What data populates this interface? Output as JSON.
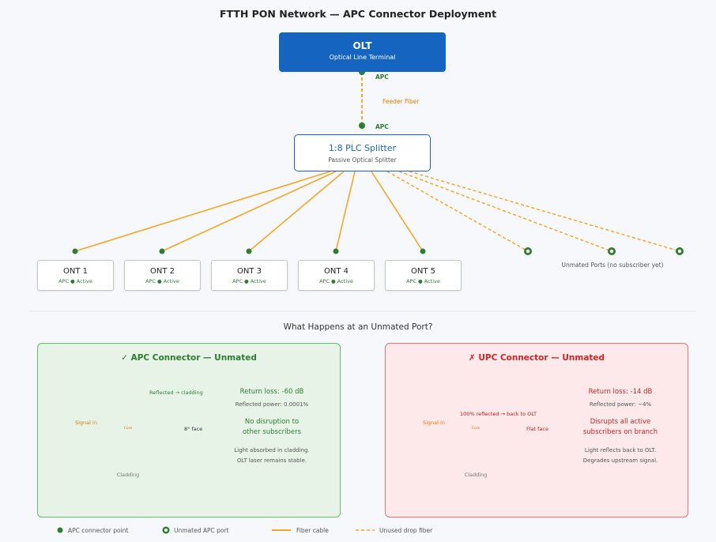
{
  "title": "FTTH PON Network — APC Connector Deployment",
  "olt": {
    "name": "OLT",
    "subtitle": "Optical Line Terminal",
    "connector_label": "APC"
  },
  "feeder": {
    "label": "Feeder Fiber",
    "connector_label": "APC"
  },
  "splitter": {
    "name": "1:8 PLC Splitter",
    "subtitle": "Passive Optical Splitter"
  },
  "onts": [
    {
      "name": "ONT 1",
      "status": "APC ● Active"
    },
    {
      "name": "ONT 2",
      "status": "APC ● Active"
    },
    {
      "name": "ONT 3",
      "status": "APC ● Active"
    },
    {
      "name": "ONT 4",
      "status": "APC ● Active"
    },
    {
      "name": "ONT 5",
      "status": "APC ● Active"
    }
  ],
  "unmated_ports_label": "Unmated Ports (no subscriber yet)",
  "section_title": "What Happens at an Unmated Port?",
  "apc_panel": {
    "title": "✓ APC Connector — Unmated",
    "reflected_label": "Reflected → cladding",
    "face_label": "8° face",
    "signal_label": "Signal in",
    "core_label": "Core",
    "cladding_label": "Cladding",
    "return_loss": "Return loss: -60 dB",
    "reflected_power": "Reflected power: 0.0001%",
    "impact_line1": "No disruption to",
    "impact_line2": "other subscribers",
    "note_line1": "Light absorbed in cladding.",
    "note_line2": "OLT laser remains stable."
  },
  "upc_panel": {
    "title": "✗ UPC Connector — Unmated",
    "reflected_label": "100% reflected → back to OLT",
    "face_label": "Flat face",
    "signal_label": "Signal in",
    "core_label": "Core",
    "cladding_label": "Cladding",
    "return_loss": "Return loss: -14 dB",
    "reflected_power": "Reflected power: ~4%",
    "impact_line1": "Disrupts all active",
    "impact_line2": "subscribers on branch",
    "note_line1": "Light reflects back to OLT.",
    "note_line2": "Degrades upstream signal."
  },
  "legend": [
    {
      "label": "APC connector point",
      "icon": "filled-dot"
    },
    {
      "label": "Unmated APC port",
      "icon": "ring-dot"
    },
    {
      "label": "Fiber cable",
      "icon": "solid-line"
    },
    {
      "label": "Unused drop fiber",
      "icon": "dashed-line"
    }
  ],
  "colors": {
    "olt": "#1565c0",
    "fiber": "#f5a623",
    "apc_green": "#2e7d32",
    "upc_red": "#c62828",
    "apc_panel_bg": "#e7f3e7",
    "upc_panel_bg": "#fde8ea"
  }
}
